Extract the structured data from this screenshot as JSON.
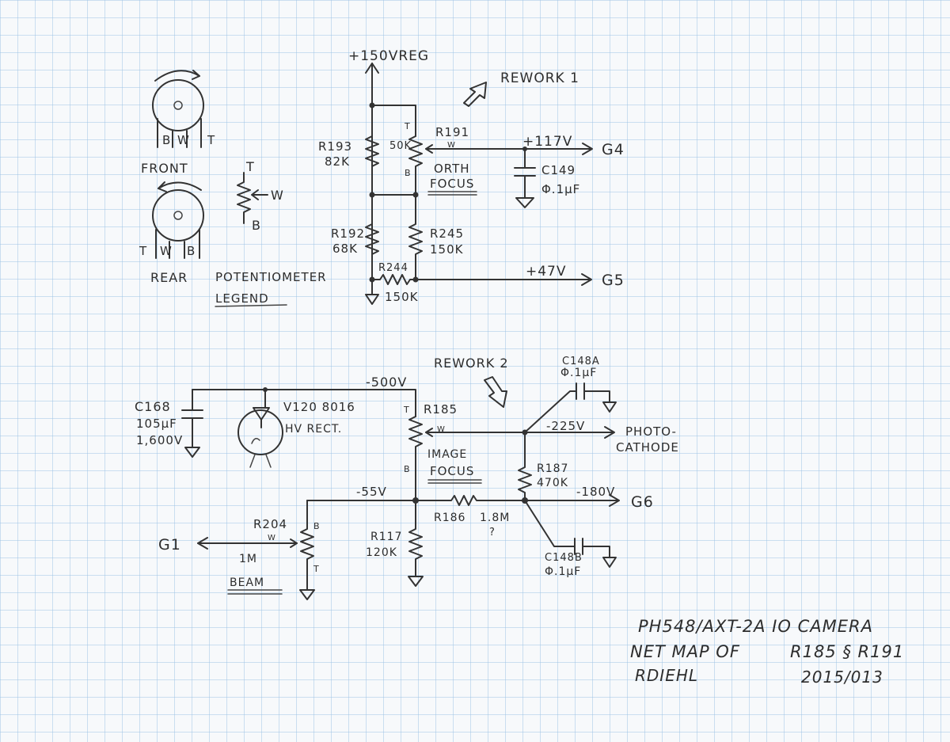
{
  "rails": {
    "v150": "+150VREG",
    "v117": "+117V",
    "v47": "+47V",
    "v500": "-500V",
    "v225": "-225V",
    "v55": "-55V",
    "v180": "-180V"
  },
  "nets": {
    "g4": "G4",
    "g5": "G5",
    "g6": "G6",
    "g1": "G1",
    "photo1": "PHOTO-",
    "photo2": "CATHODE"
  },
  "reworks": {
    "r1": "REWORK 1",
    "r2": "REWORK 2"
  },
  "legend": {
    "front": "FRONT",
    "rear": "REAR",
    "title1": "POTENTIOMETER",
    "title2": "LEGEND",
    "b": "B",
    "w": "W",
    "t": "T"
  },
  "parts": {
    "r193": "R193",
    "r193v": "82K",
    "r191": "R191",
    "r191v": "50K",
    "orth1": "ORTH",
    "orth2": "FOCUS",
    "c149": "C149",
    "c149v": "Φ.1μF",
    "r192": "R192",
    "r192v": "68K",
    "r245": "R245",
    "r245v": "150K",
    "r244": "R244",
    "r244v": "150K",
    "c168": "C168",
    "c168v": "105μF",
    "c168kv": "1,600V",
    "v120": "V120 8016",
    "v120d": "HV RECT.",
    "r185": "R185",
    "image1": "IMAGE",
    "image2": "FOCUS",
    "c148a": "C148A",
    "c148av": "Φ.1μF",
    "r187": "R187",
    "r187v": "470K",
    "r186": "R186",
    "r186v": "1.8M",
    "q": "?",
    "r117": "R117",
    "r117v": "120K",
    "r204": "R204",
    "r204v": "1M",
    "beam": "BEAM",
    "c148b": "C148B",
    "c148bv": "Φ.1μF",
    "t": "T",
    "b": "B",
    "w": "W"
  },
  "titleblock": {
    "line1": "PH548/AXT-2A IO CAMERA",
    "line2a": "NET MAP OF",
    "line2b": "R185 § R191",
    "author": "RDIEHL",
    "date": "2015/013"
  },
  "colors": {
    "grid": "#9cc3e6",
    "ink": "#2d2d2d",
    "paper": "#f7f9fb"
  }
}
